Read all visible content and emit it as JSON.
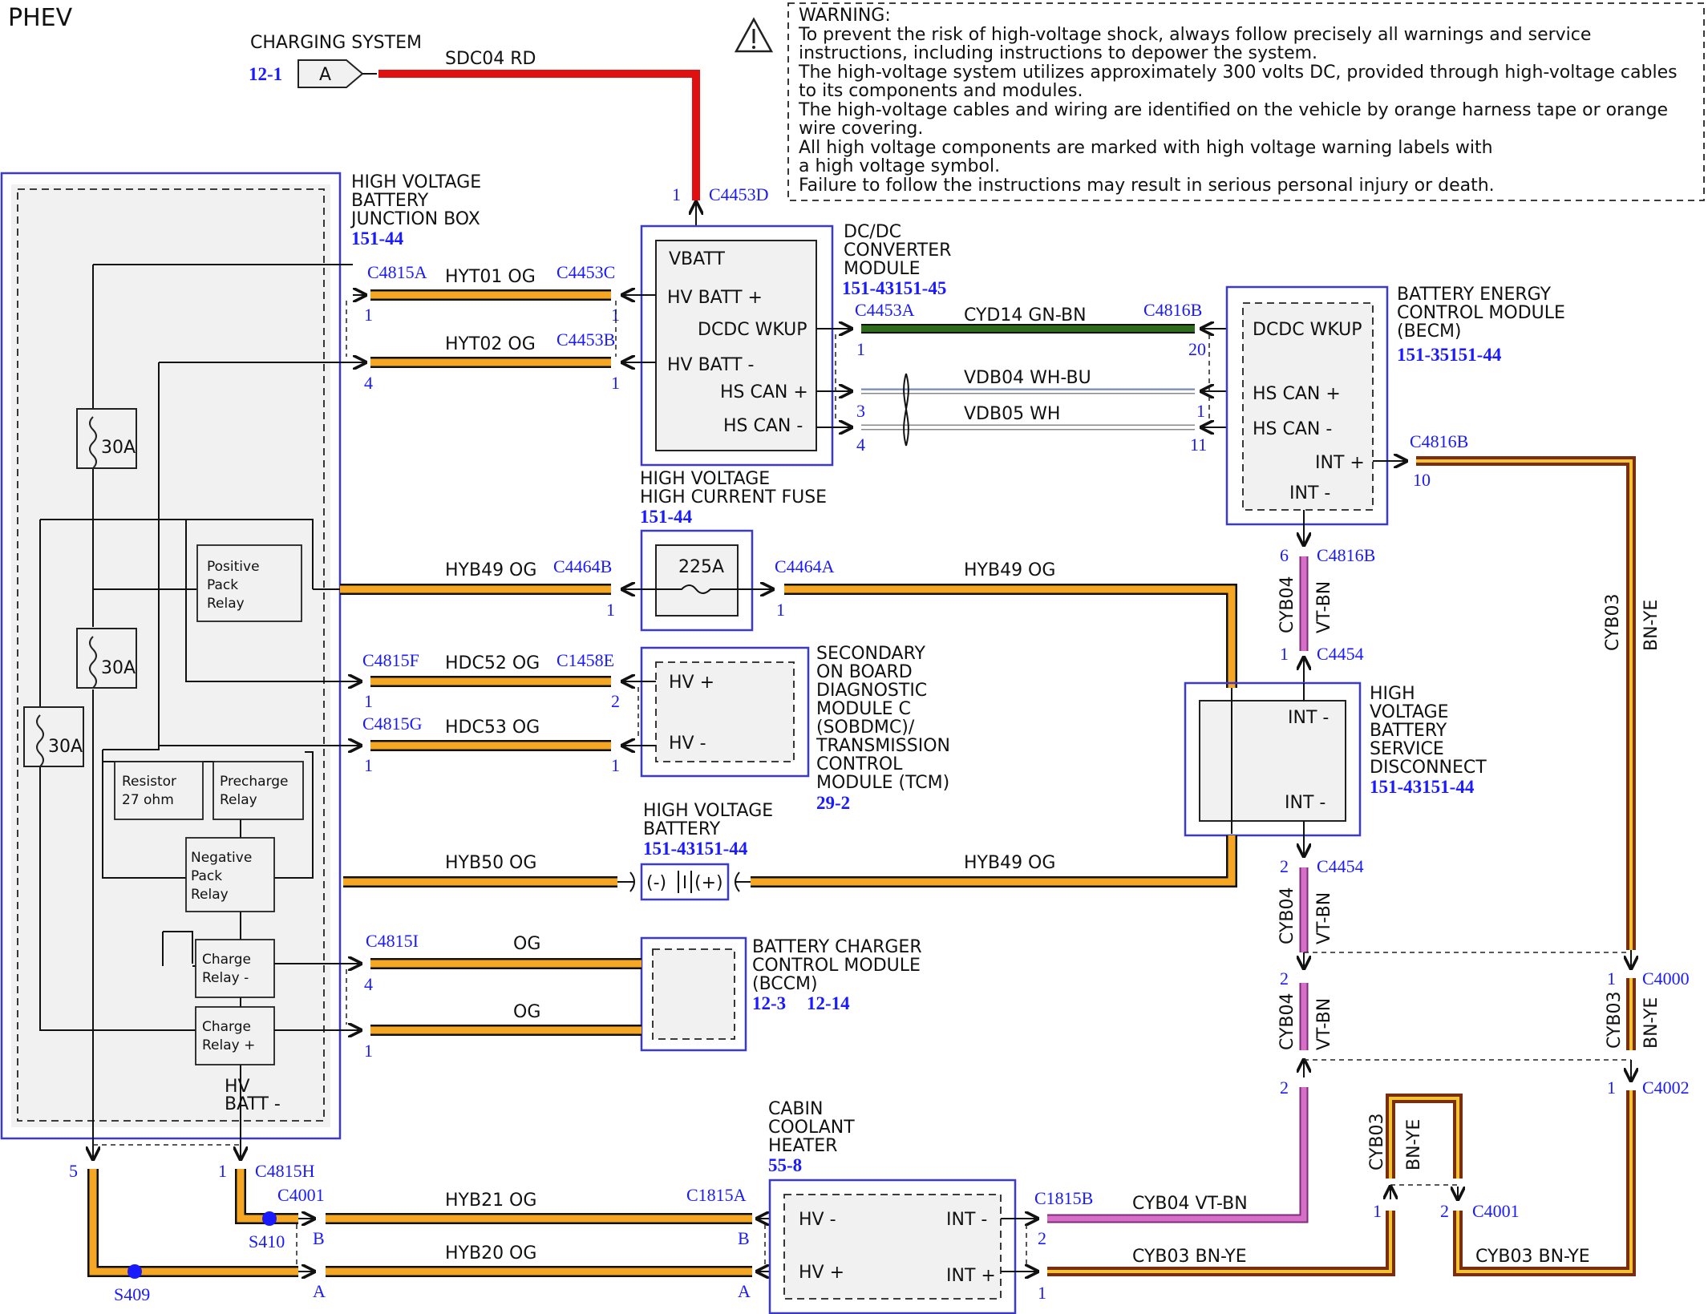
{
  "title": "PHEV",
  "warning": {
    "heading": "WARNING:",
    "lines": [
      "To prevent the risk of high-voltage shock, always follow precisely all warnings and service",
      "instructions, including instructions to depower the system.",
      "The high-voltage system utilizes approximately 300 volts DC, provided through high-voltage cables",
      "to its components and modules.",
      "The high-voltage cables and wiring are identified on the vehicle by orange harness tape or orange",
      "wire covering.",
      "All high voltage components are marked with high voltage warning labels with",
      "a high voltage symbol.",
      "Failure to follow the instructions may result in serious personal injury or death."
    ]
  },
  "colors": {
    "orange": "#f5a623",
    "red": "#e01010",
    "green": "#2e6b1a",
    "pink": "#d86fc6",
    "brown": "#7a2e0e",
    "yellow": "#f4c430",
    "link": "#1a1aff",
    "module_border": "#3a3ad0"
  },
  "charging_system": {
    "label": "CHARGING SYSTEM",
    "ref": "12-1",
    "pin": "A",
    "wire": "SDC04  RD",
    "conn_pin": "1",
    "conn": "C4453D"
  },
  "hvbjb": {
    "name_lines": [
      "HIGH VOLTAGE",
      "BATTERY",
      "JUNCTION BOX"
    ],
    "ref": "151-44",
    "fuse1": "30A",
    "fuse2": "30A",
    "fuse3": "30A",
    "relays": {
      "pos": [
        "Positive",
        "Pack",
        "Relay"
      ],
      "resistor": [
        "Resistor",
        "27 ohm"
      ],
      "precharge": [
        "Precharge",
        "Relay"
      ],
      "neg": [
        "Negative",
        "Pack",
        "Relay"
      ],
      "charge_minus": [
        "Charge",
        "Relay -"
      ],
      "charge_plus": [
        "Charge",
        "Relay +"
      ]
    },
    "hv_batt_minus": [
      "HV",
      "BATT -"
    ]
  },
  "dcdc": {
    "name_lines": [
      "DC/DC",
      "CONVERTER",
      "MODULE"
    ],
    "ref": "151-43151-45",
    "pins": {
      "vbatt": "VBATT",
      "hvp": "HV BATT +",
      "wkup": "DCDC WKUP",
      "hvm": "HV BATT -",
      "canp": "HS CAN +",
      "canm": "HS CAN -"
    }
  },
  "wires": {
    "hyt01": {
      "conn_l": "C4815A",
      "name": "HYT01   OG",
      "conn_r": "C4453C",
      "pin_l": "1",
      "pin_r": "1"
    },
    "hyt02": {
      "name": "HYT02   OG",
      "conn_r": "C4453B",
      "pin_l": "4",
      "pin_r": "1"
    },
    "cyd14": {
      "conn_l": "C4453A",
      "name": "CYD14   GN-BN",
      "conn_r": "C4816B",
      "pin_l": "1",
      "pin_r": "20"
    },
    "vdb04": {
      "name": "VDB04   WH-BU",
      "pin_l": "3",
      "pin_r": "1"
    },
    "vdb05": {
      "name": "VDB05   WH",
      "pin_l": "4",
      "pin_r": "11"
    },
    "hyb49a": {
      "name": "HYB49   OG",
      "conn": "C4464B",
      "pin": "1"
    },
    "hyb49b": {
      "conn": "C4464A",
      "name": "HYB49   OG",
      "pin": "1"
    },
    "hdc52": {
      "conn_l": "C4815F",
      "name": "HDC52   OG",
      "conn_r": "C1458E",
      "pin_l": "1",
      "pin_r": "2"
    },
    "hdc53": {
      "conn_l": "C4815G",
      "name": "HDC53   OG",
      "pin_l": "1",
      "pin_r": "1"
    },
    "hyb50": {
      "name": "HYB50  OG"
    },
    "hyb49c": {
      "name": "HYB49   OG"
    },
    "og1": {
      "conn_l": "C4815I",
      "name": "OG",
      "pin_l": "4"
    },
    "og2": {
      "name": "OG",
      "pin_l": "1"
    },
    "hyb21": {
      "name": "HYB21   OG",
      "conn_l": "C4001",
      "conn_r": "C1815A",
      "pin_l": "B",
      "pin_r": "B"
    },
    "hyb20": {
      "name": "HYB20   OG",
      "pin_l": "A",
      "pin_r": "A"
    },
    "cyb04h": {
      "conn": "C1815B",
      "name": "CYB04   VT-BN",
      "pin": "2"
    },
    "cyb03h": {
      "name": "CYB03   BN-YE",
      "pin": "1"
    },
    "cyb03r": {
      "conn": "C4816B",
      "pin": "10",
      "v_name": "CYB03",
      "v_color": "BN-YE"
    },
    "cyb04v1": {
      "pin_t": "6",
      "conn_t": "C4816B",
      "v_name": "CYB04",
      "v_color": "VT-BN",
      "pin_b": "1",
      "conn_b": "C4454"
    },
    "cyb04v2": {
      "pin_t": "2",
      "conn_t": "C4454",
      "v_name": "CYB04",
      "v_color": "VT-BN"
    },
    "cyb04v3": {
      "pin_t": "2",
      "v_name": "CYB04",
      "v_color": "VT-BN",
      "pin_b": "2"
    },
    "cyb03v": {
      "pin_t": "1",
      "conn_t": "C4000",
      "v_name": "CYB03",
      "v_color": "BN-YE",
      "pin_b": "1",
      "conn_b": "C4002"
    },
    "cyb03loop": {
      "v_name": "CYB03",
      "v_color": "BN-YE",
      "pin_l": "1",
      "pin_r": "2",
      "conn": "C4001",
      "bottom": "CYB03   BN-YE"
    },
    "hvbjb_bottom": {
      "pin_l": "5",
      "pin_r": "1",
      "conn": "C4815H",
      "splice1": "S410",
      "splice2": "S409"
    }
  },
  "becm": {
    "name_lines": [
      "BATTERY ENERGY",
      "CONTROL MODULE",
      "(BECM)"
    ],
    "ref": "151-35151-44",
    "pins": {
      "wkup": "DCDC WKUP",
      "canp": "HS CAN +",
      "canm": "HS CAN -",
      "intp": "INT +",
      "intm": "INT -"
    }
  },
  "hvhcf": {
    "name_lines": [
      "HIGH VOLTAGE",
      "HIGH CURRENT FUSE"
    ],
    "ref": "151-44",
    "rating": "225A"
  },
  "sobdmc": {
    "name_lines": [
      "SECONDARY",
      "ON BOARD",
      "DIAGNOSTIC",
      "MODULE C",
      "(SOBDMC)/",
      "TRANSMISSION",
      "CONTROL",
      "MODULE (TCM)"
    ],
    "ref": "29-2",
    "pins": {
      "hvp": "HV +",
      "hvm": "HV -"
    }
  },
  "hvbsd": {
    "name_lines": [
      "HIGH",
      "VOLTAGE",
      "BATTERY",
      "SERVICE",
      "DISCONNECT"
    ],
    "ref": "151-43151-44",
    "pins": {
      "top": "INT -",
      "bot": "INT -"
    }
  },
  "hvbatt": {
    "name_lines": [
      "HIGH VOLTAGE",
      "BATTERY"
    ],
    "ref": "151-43151-44",
    "minus": "(-)",
    "plus": "(+)"
  },
  "bccm": {
    "name_lines": [
      "BATTERY CHARGER",
      "CONTROL MODULE",
      "(BCCM)"
    ],
    "ref1": "12-3",
    "ref2": "12-14"
  },
  "cch": {
    "name_lines": [
      "CABIN",
      "COOLANT",
      "HEATER"
    ],
    "ref": "55-8",
    "pins": {
      "hvm": "HV -",
      "hvp": "HV +",
      "intm": "INT -",
      "intp": "INT +"
    }
  }
}
